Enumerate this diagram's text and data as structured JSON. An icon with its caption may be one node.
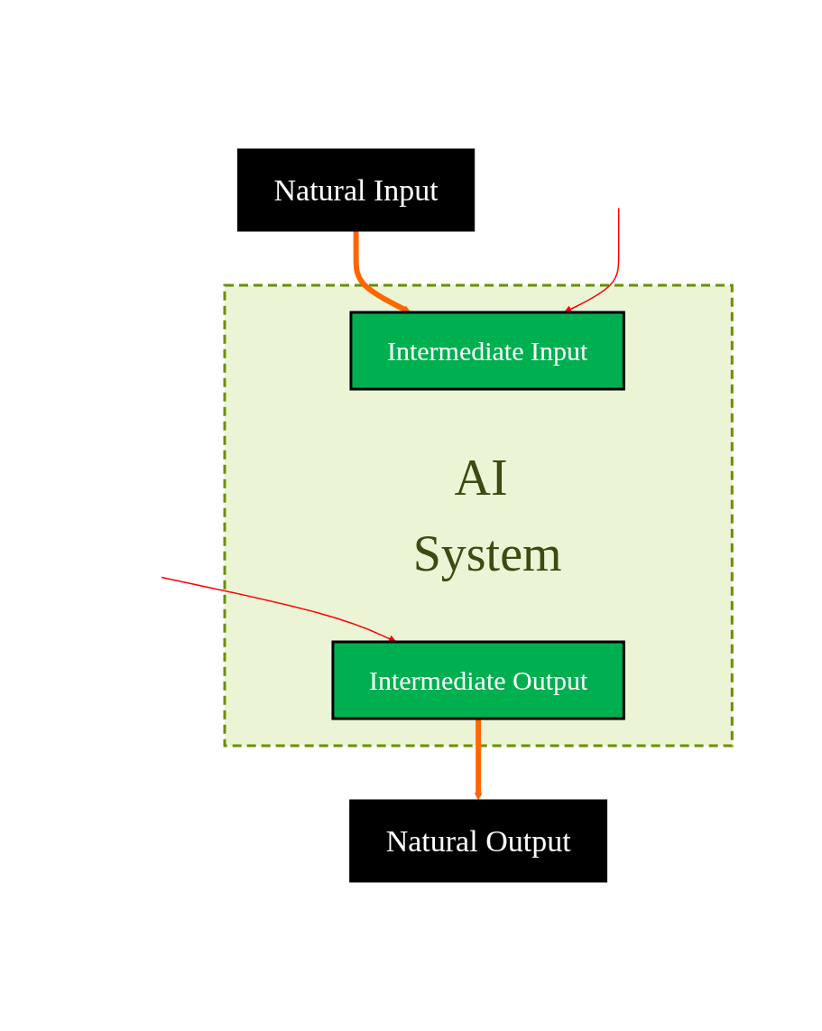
{
  "diagram": {
    "nodes": [
      {
        "text": [
          "Natural Input"
        ]
      },
      {
        "text": [
          "AI System"
        ]
      },
      {
        "text": [
          "Intermediate Input"
        ],
        "in": 1
      },
      {
        "text": [
          "Intermediate Output"
        ],
        "in": 1
      },
      {
        "text": [
          "Natural Output"
        ]
      }
    ],
    "edges": [
      {
        "from": 0,
        "to": 2,
        "arrow": "to",
        "style": "thick",
        "color": "#ff6600"
      },
      {
        "from": null,
        "to": 2,
        "arrow": "to",
        "color": "#ff0000"
      },
      {
        "from": null,
        "to": 3,
        "arrow": "to",
        "color": "#ff0000"
      },
      {
        "from": 3,
        "to": 4,
        "arrow": "to",
        "style": "thick",
        "color": "#ff6600"
      }
    ]
  }
}
